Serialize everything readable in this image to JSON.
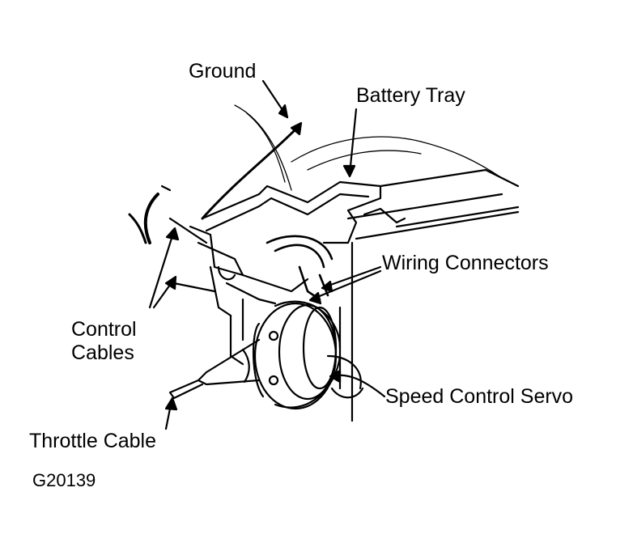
{
  "labels": {
    "ground": "Ground",
    "battery_tray": "Battery Tray",
    "wiring_connectors": "Wiring Connectors",
    "control_cables_line1": "Control",
    "control_cables_line2": "Cables",
    "speed_control_servo": "Speed Control Servo",
    "throttle_cable": "Throttle Cable"
  },
  "figure_id": "G20139",
  "colors": {
    "ink": "#000000",
    "paper": "#ffffff"
  }
}
